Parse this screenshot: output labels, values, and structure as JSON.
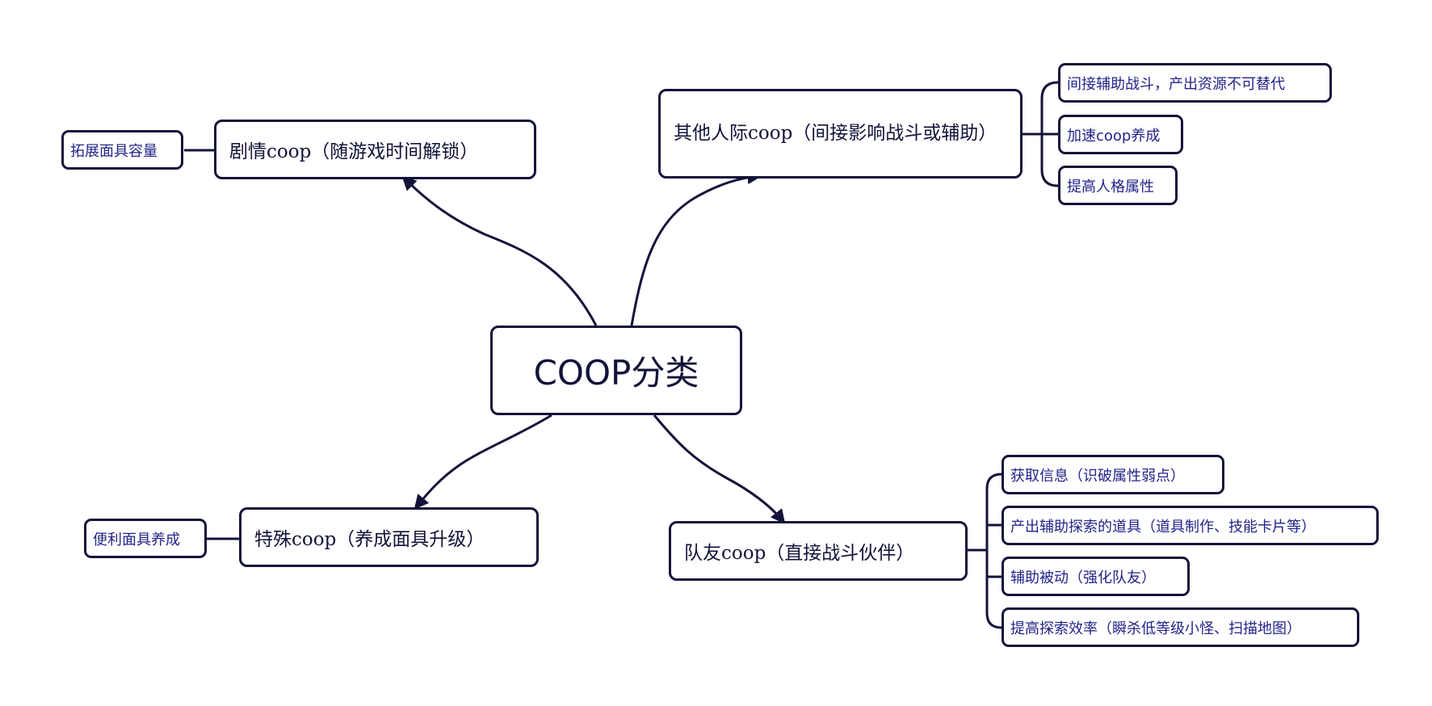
{
  "root": {
    "label": "COOP分类"
  },
  "branches": {
    "story": {
      "label": "剧情coop（随游戏时间解锁）",
      "leaves": [
        "拓展面具容量"
      ]
    },
    "social": {
      "label": "其他人际coop（间接影响战斗或辅助）",
      "leaves": [
        "间接辅助战斗，产出资源不可替代",
        "加速coop养成",
        "提高人格属性"
      ]
    },
    "special": {
      "label": "特殊coop（养成面具升级）",
      "leaves": [
        "便利面具养成"
      ]
    },
    "teammate": {
      "label": "队友coop（直接战斗伙伴）",
      "leaves": [
        "获取信息（识破属性弱点）",
        "产出辅助探索的道具（道具制作、技能卡片等）",
        "辅助被动（强化队友）",
        "提高探索效率（瞬杀低等级小怪、扫描地图）"
      ]
    }
  }
}
